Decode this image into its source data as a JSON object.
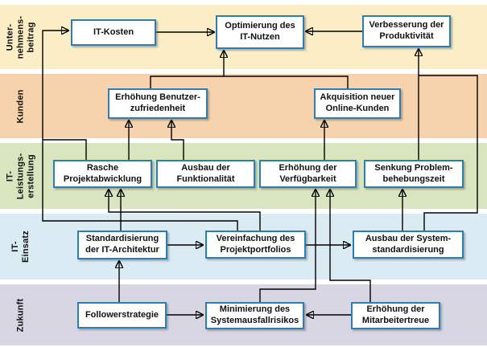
{
  "diagram": {
    "box_border_color": "#2f7cae",
    "box_background": "#ffffff",
    "line_color": "#000000",
    "bands": [
      {
        "id": "unternehmensbeitrag",
        "label": "Unter-\nnehmens-\nbeitrag",
        "color": "#fbeec6"
      },
      {
        "id": "kunden",
        "label": "Kunden",
        "color": "#f6d3ac"
      },
      {
        "id": "it-leistungserstellung",
        "label": "IT-Leistungs-\nerstellung",
        "color": "#d9e5be"
      },
      {
        "id": "it-einsatz",
        "label": "IT-Einsatz",
        "color": "#daebf4"
      },
      {
        "id": "zukunft",
        "label": "Zukunft",
        "color": "#d9d6e4"
      }
    ],
    "nodes": [
      {
        "id": "it-kosten",
        "band": "unternehmensbeitrag",
        "label": "IT-Kosten"
      },
      {
        "id": "optimierung-it-nutzen",
        "band": "unternehmensbeitrag",
        "label": "Optimierung des\nIT-Nutzen"
      },
      {
        "id": "verbesserung-produktivitaet",
        "band": "unternehmensbeitrag",
        "label": "Verbesserung der\nProduktivität"
      },
      {
        "id": "erhoehung-benutzerzufriedenheit",
        "band": "kunden",
        "label": "Erhöhung Benutzer-\nzufriedenheit"
      },
      {
        "id": "akquisition-online-kunden",
        "band": "kunden",
        "label": "Akquisition neuer\nOnline-Kunden"
      },
      {
        "id": "rasche-projektabwicklung",
        "band": "it-leistungserstellung",
        "label": "Rasche\nProjektabwicklung"
      },
      {
        "id": "ausbau-funktionalitaet",
        "band": "it-leistungserstellung",
        "label": "Ausbau der\nFunktionalität"
      },
      {
        "id": "erhoehung-verfuegbarkeit",
        "band": "it-leistungserstellung",
        "label": "Erhöhung der\nVerfügbarkeit"
      },
      {
        "id": "senkung-problembehebungszeit",
        "band": "it-leistungserstellung",
        "label": "Senkung Problem-\nbehebungszeit"
      },
      {
        "id": "standardisierung-it-architektur",
        "band": "it-einsatz",
        "label": "Standardisierung\nder IT-Architektur"
      },
      {
        "id": "vereinfachung-projektportfolios",
        "band": "it-einsatz",
        "label": "Vereinfachung des\nProjektportfolios"
      },
      {
        "id": "ausbau-systemstandardisierung",
        "band": "it-einsatz",
        "label": "Ausbau der System-\nstandardisierung"
      },
      {
        "id": "followerstrategie",
        "band": "zukunft",
        "label": "Followerstrategie"
      },
      {
        "id": "minimierung-systemausfallrisiko",
        "band": "zukunft",
        "label": "Minimierung des\nSystemausfallrisikos"
      },
      {
        "id": "erhoehung-mitarbeitertreue",
        "band": "zukunft",
        "label": "Erhöhung der\nMitarbeitertreue"
      }
    ],
    "edges": [
      {
        "from": "vereinfachung-projektportfolios",
        "to": "it-kosten"
      },
      {
        "from": "rasche-projektabwicklung",
        "to": "it-kosten"
      },
      {
        "from": "it-kosten",
        "to": "optimierung-it-nutzen"
      },
      {
        "from": "verbesserung-produktivitaet",
        "to": "optimierung-it-nutzen"
      },
      {
        "from": "erhoehung-benutzerzufriedenheit",
        "to": "optimierung-it-nutzen"
      },
      {
        "from": "akquisition-online-kunden",
        "to": "optimierung-it-nutzen"
      },
      {
        "from": "senkung-problembehebungszeit",
        "to": "verbesserung-produktivitaet"
      },
      {
        "from": "ausbau-systemstandardisierung",
        "to": "verbesserung-produktivitaet"
      },
      {
        "from": "rasche-projektabwicklung",
        "to": "erhoehung-benutzerzufriedenheit"
      },
      {
        "from": "ausbau-funktionalitaet",
        "to": "erhoehung-benutzerzufriedenheit"
      },
      {
        "from": "erhoehung-verfuegbarkeit",
        "to": "akquisition-online-kunden"
      },
      {
        "from": "standardisierung-it-architektur",
        "to": "rasche-projektabwicklung"
      },
      {
        "from": "vereinfachung-projektportfolios",
        "to": "rasche-projektabwicklung"
      },
      {
        "from": "standardisierung-it-architektur",
        "to": "vereinfachung-projektportfolios"
      },
      {
        "from": "vereinfachung-projektportfolios",
        "to": "ausbau-systemstandardisierung"
      },
      {
        "from": "minimierung-systemausfallrisiko",
        "to": "erhoehung-verfuegbarkeit"
      },
      {
        "from": "erhoehung-mitarbeitertreue",
        "to": "erhoehung-verfuegbarkeit"
      },
      {
        "from": "ausbau-systemstandardisierung",
        "to": "senkung-problembehebungszeit"
      },
      {
        "from": "followerstrategie",
        "to": "standardisierung-it-architektur"
      },
      {
        "from": "followerstrategie",
        "to": "minimierung-systemausfallrisiko"
      },
      {
        "from": "erhoehung-mitarbeitertreue",
        "to": "minimierung-systemausfallrisiko"
      }
    ]
  }
}
